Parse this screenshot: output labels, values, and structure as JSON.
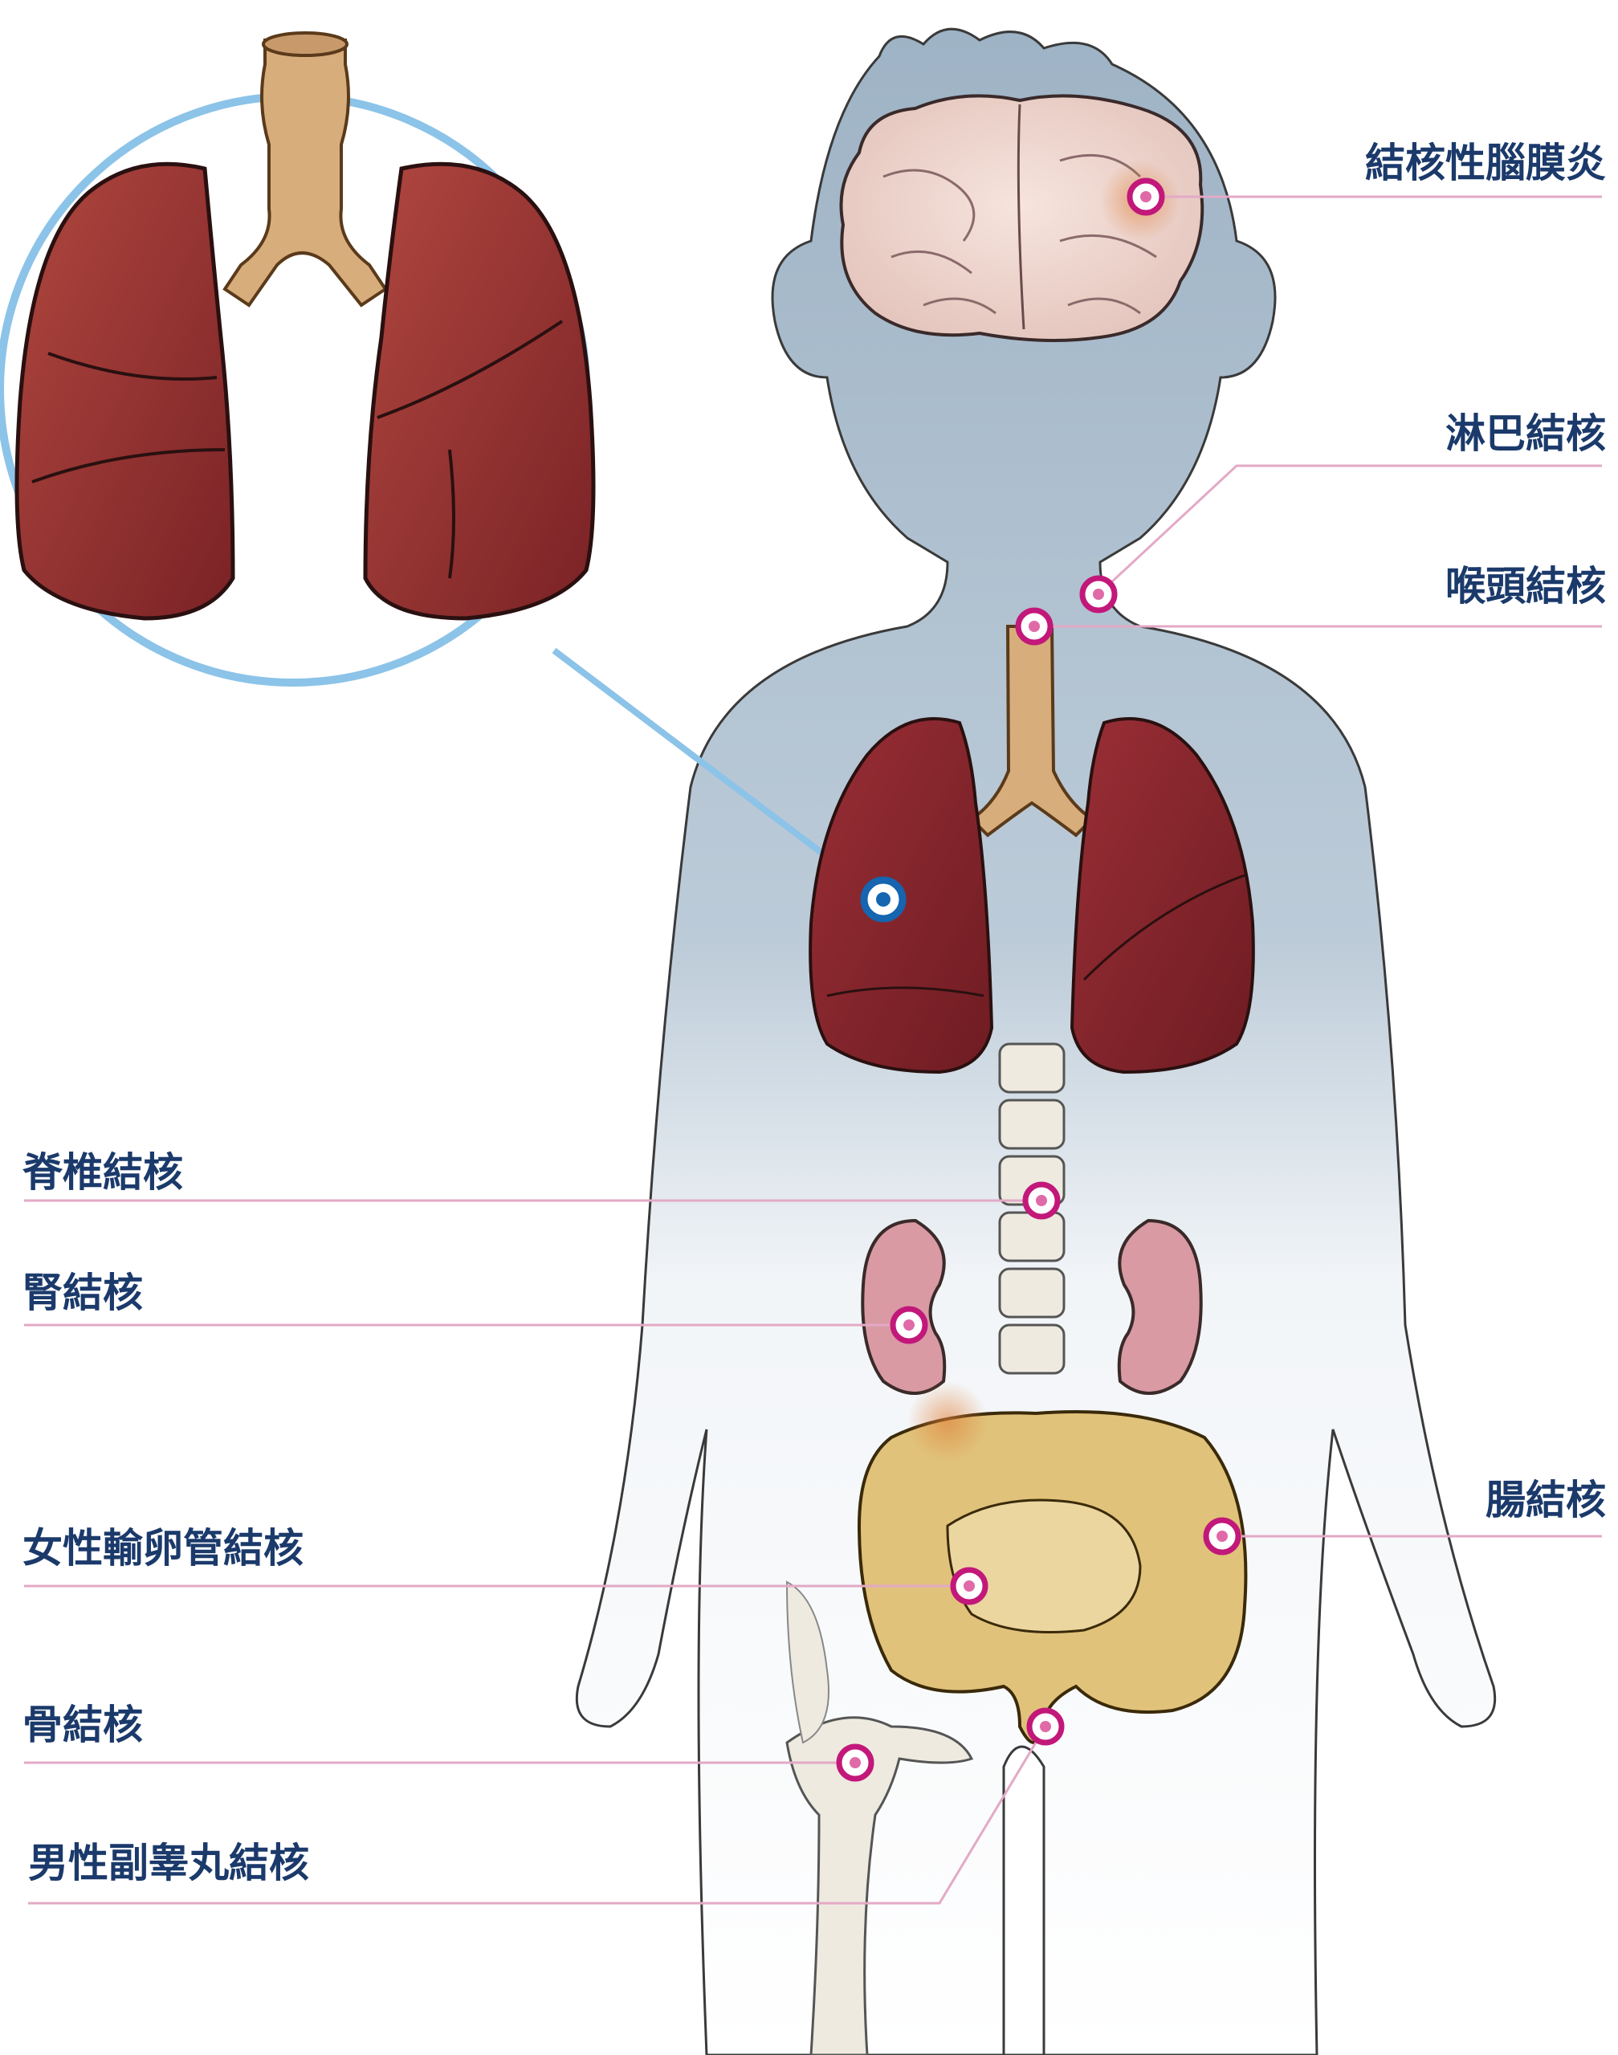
{
  "colors": {
    "label_text": "#1b3a6b",
    "leader_line": "#e3a9c6",
    "marker_ring": "#c2187a",
    "marker_core": "#e06aa8",
    "main_marker": "#1565b0",
    "body_fill": "#9fb4c6",
    "lung": "#8a2a2e",
    "trachea": "#d7ad7c",
    "brain": "#efd6d0",
    "kidney": "#d99aa4",
    "intestine": "#e0c27a",
    "bone": "#eeeae0",
    "magnify_circle": "#8cc3e8"
  },
  "labels": {
    "meningitis": "結核性腦膜炎",
    "lymph": "淋巴結核",
    "larynx": "喉頭結核",
    "spine": "脊椎結核",
    "kidney": "腎結核",
    "intestine": "腸結核",
    "fallopian": "女性輸卵管結核",
    "bone": "骨結核",
    "epididymis": "男性副睾丸結核"
  }
}
